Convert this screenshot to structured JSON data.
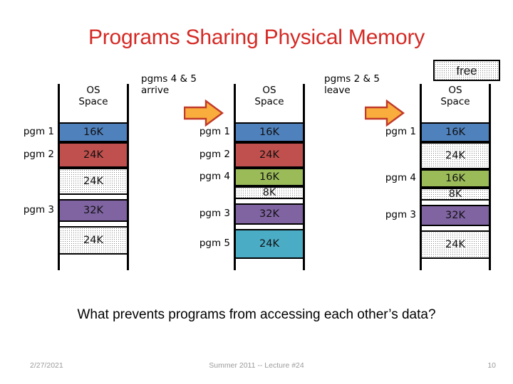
{
  "slide": {
    "title": "Programs Sharing Physical Memory",
    "bottom_question": "What prevents programs from accessing each other’s data?"
  },
  "legend": {
    "free_label": "free"
  },
  "colors": {
    "title_red": "#d42a25",
    "pgm1_blue": "#4f81bd",
    "pgm2_red": "#c0504d",
    "pgm4_green": "#9bbb59",
    "pgm3_purple": "#8064a2",
    "pgm5_teal": "#4bacc6",
    "free_white": "#ffffff",
    "arrow_fill": "#f9ad3c",
    "arrow_stroke": "#c0392b",
    "border_black": "#000000"
  },
  "columns": [
    {
      "id": "column-1",
      "caption": "",
      "header": "OS\nSpace",
      "blocks": [
        {
          "label": "pgm 1",
          "size": "16K",
          "state": "used",
          "color": "#4f81bd"
        },
        {
          "label": "pgm 2",
          "size": "24K",
          "state": "used",
          "color": "#c0504d"
        },
        {
          "label": "",
          "size": "24K",
          "state": "free",
          "color": "#ffffff"
        },
        {
          "label": "pgm 3",
          "size": "32K",
          "state": "used",
          "color": "#8064a2"
        },
        {
          "label": "",
          "size": "24K",
          "state": "free",
          "color": "#ffffff"
        }
      ]
    },
    {
      "id": "column-2",
      "caption": "pgms 4 & 5\narrive",
      "header": "OS\nSpace",
      "blocks": [
        {
          "label": "pgm 1",
          "size": "16K",
          "state": "used",
          "color": "#4f81bd"
        },
        {
          "label": "pgm 2",
          "size": "24K",
          "state": "used",
          "color": "#c0504d"
        },
        {
          "label": "pgm 4",
          "size": "16K",
          "state": "used",
          "color": "#9bbb59"
        },
        {
          "label": "",
          "size": "8K",
          "state": "free",
          "color": "#ffffff"
        },
        {
          "label": "pgm 3",
          "size": "32K",
          "state": "used",
          "color": "#8064a2"
        },
        {
          "label": "pgm 5",
          "size": "24K",
          "state": "used",
          "color": "#4bacc6"
        }
      ]
    },
    {
      "id": "column-3",
      "caption": "pgms 2 & 5\nleave",
      "header": "OS\nSpace",
      "blocks": [
        {
          "label": "pgm 1",
          "size": "16K",
          "state": "used",
          "color": "#4f81bd"
        },
        {
          "label": "",
          "size": "24K",
          "state": "free",
          "color": "#ffffff"
        },
        {
          "label": "pgm 4",
          "size": "16K",
          "state": "used",
          "color": "#9bbb59"
        },
        {
          "label": "",
          "size": "8K",
          "state": "free",
          "color": "#ffffff"
        },
        {
          "label": "pgm 3",
          "size": "32K",
          "state": "used",
          "color": "#8064a2"
        },
        {
          "label": "",
          "size": "24K",
          "state": "free",
          "color": "#ffffff"
        }
      ]
    }
  ],
  "arrows": [
    {
      "id": "arrow-1",
      "direction": "right"
    },
    {
      "id": "arrow-2",
      "direction": "right"
    }
  ],
  "footer": {
    "date": "2/27/2021",
    "center": "Summer 2011 -- Lecture #24",
    "page": "10"
  }
}
